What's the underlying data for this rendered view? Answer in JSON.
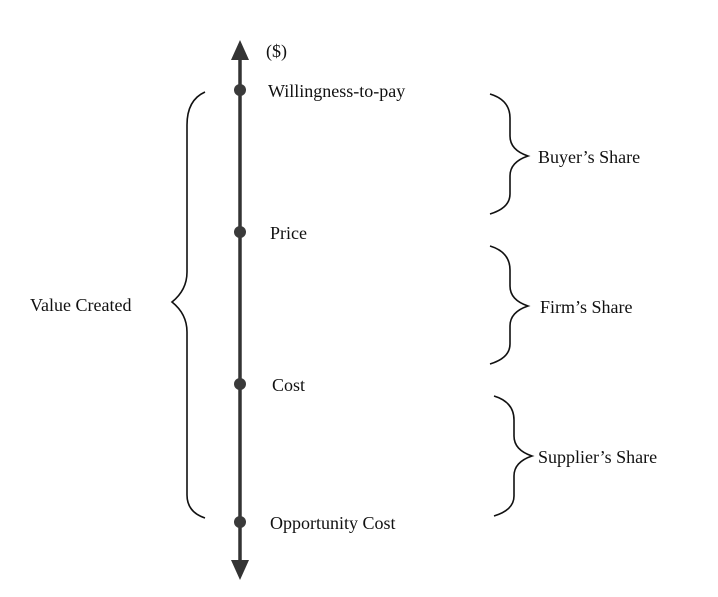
{
  "axis_unit": "($)",
  "points": {
    "willingness_to_pay": "Willingness-to-pay",
    "price": "Price",
    "cost": "Cost",
    "opportunity_cost": "Opportunity Cost"
  },
  "shares": {
    "buyer": "Buyer’s Share",
    "firm": "Firm’s Share",
    "supplier": "Supplier’s Share"
  },
  "value_created": "Value Created",
  "colors": {
    "ink": "#111111",
    "axis": "#333333",
    "point": "#3a3a3a"
  }
}
